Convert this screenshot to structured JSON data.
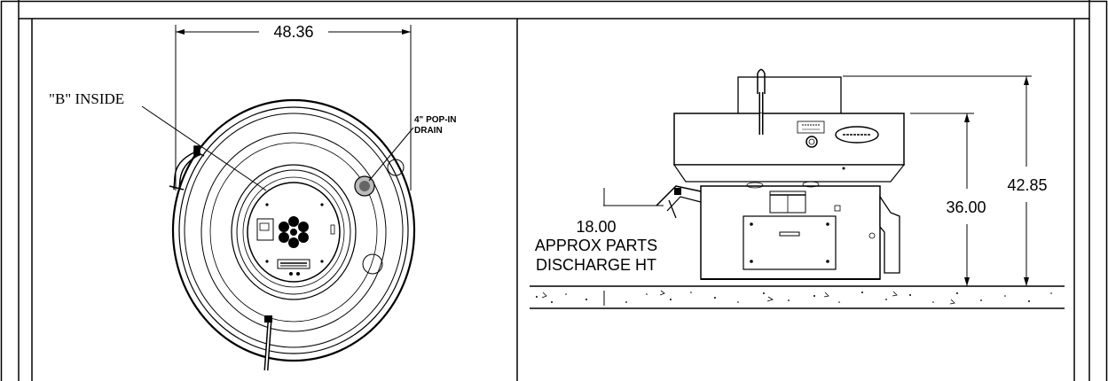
{
  "top_view": {
    "width_dim": "48.36",
    "label_inside": "\"B\" INSIDE",
    "label_drain_line1": "4\" POP-IN",
    "label_drain_line2": "DRAIN"
  },
  "side_view": {
    "dim_overall_height": "42.85",
    "dim_tub_height": "36.00",
    "dim_discharge_value": "18.00",
    "dim_discharge_line1": "APPROX PARTS",
    "dim_discharge_line2": "DISCHARGE HT"
  },
  "colors": {
    "line": "#000000",
    "background": "#ffffff"
  }
}
